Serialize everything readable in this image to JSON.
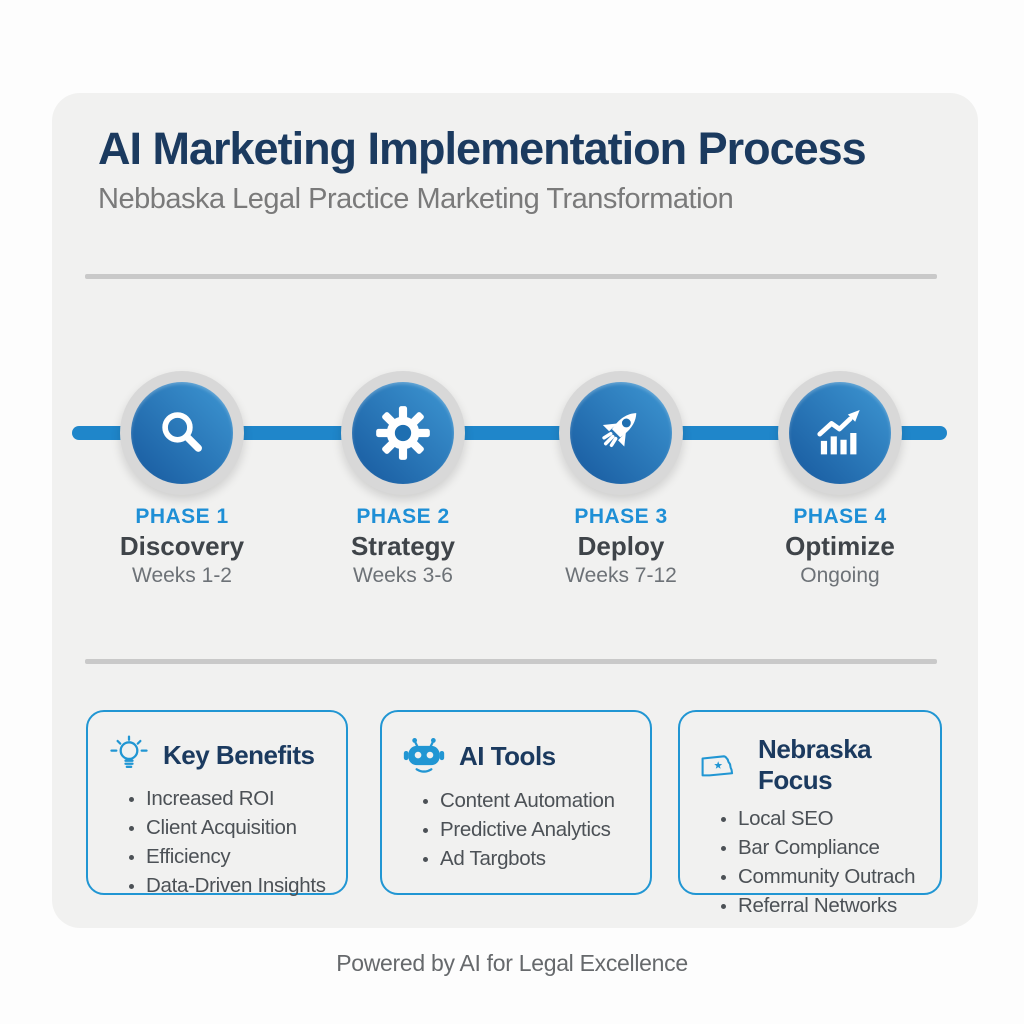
{
  "header": {
    "title": "AI Marketing Implementation Process",
    "subtitle": "Nebbaska Legal Practice Marketing Transformation"
  },
  "timeline": {
    "phases": [
      {
        "label": "PHASE 1",
        "name": "Discovery",
        "duration": "Weeks 1-2",
        "icon": "magnifier-icon"
      },
      {
        "label": "PHASE 2",
        "name": "Strategy",
        "duration": "Weeks 3-6",
        "icon": "gear-icon"
      },
      {
        "label": "PHASE 3",
        "name": "Deploy",
        "duration": "Weeks 7-12",
        "icon": "rocket-icon"
      },
      {
        "label": "PHASE 4",
        "name": "Optimize",
        "duration": "Ongoing",
        "icon": "growth-chart-icon"
      }
    ]
  },
  "cards": [
    {
      "title": "Key Benefits",
      "icon": "lightbulb-icon",
      "items": [
        "Increased ROI",
        "Client Acquisition",
        "Efficiency",
        "Data-Driven Insights"
      ]
    },
    {
      "title": "AI Tools",
      "icon": "robot-icon",
      "items": [
        "Content Automation",
        "Predictive Analytics",
        "Ad Targbots"
      ]
    },
    {
      "title": "Nebraska Focus",
      "icon": "nebraska-state-icon",
      "items": [
        "Local SEO",
        "Bar Compliance",
        "Community Outrach",
        "Referral Networks"
      ]
    }
  ],
  "footer": {
    "text": "Powered by AI for Legal Excellence"
  },
  "colors": {
    "dark_navy": "#1b3a5f",
    "accent_blue": "#1e8fd6",
    "timeline_blue": "#1f86ca",
    "circle_grad_light": "#3e97d3",
    "circle_grad_dark": "#17599e",
    "circle_ring": "#d8d8d8",
    "circle_icon_hole": "#1e6fb1",
    "card_border": "#2196d3",
    "panel_bg": "#f1f1f0",
    "divider": "#c9c9c9",
    "text_dark": "#3f4449",
    "text_gray": "#6d7277",
    "text_subtitle": "#7a7a7a",
    "text_list": "#4c5156",
    "text_footer": "#66696c"
  }
}
